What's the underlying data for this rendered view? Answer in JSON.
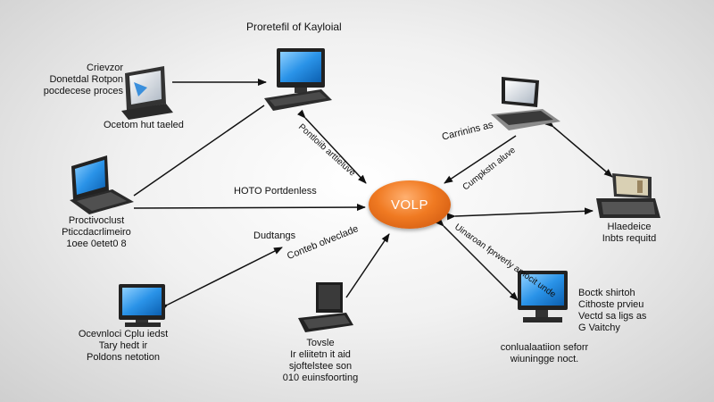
{
  "title": "Proretefil of Kayloial",
  "hub": {
    "label": "VOLP",
    "color": "#f07a22"
  },
  "link_labels": {
    "top": "Pontloiib arttieluve",
    "left": "HOTO Portdenless",
    "bottom_left": "Dudtangs",
    "bottom_left_2": "Conteb olveclade",
    "upper_right": "Cumpkstn aluve",
    "right": "Uinaroan fprwerly amocit unde"
  },
  "nodes": {
    "top_left": {
      "lines": [
        "Crievzor",
        "Donetdal Rotpon",
        "pocdecese proces"
      ],
      "caption": "Ocetom hut taeled"
    },
    "left": {
      "lines": [
        "Proctivoclust",
        "Pticcdacrlimeiro",
        "1oee 0etet0 8"
      ]
    },
    "bottom_left": {
      "lines": [
        "Ocevnloci Cplu iedst",
        "Tary hedt ir",
        "Poldons netotion"
      ]
    },
    "bottom": {
      "lines": [
        "Tovsle",
        "Ir eliitetn it aid",
        "sjoftelstee son",
        "010 euinsfoorting"
      ]
    },
    "upper_right": {
      "caption": "Carrinins as"
    },
    "right": {
      "lines": [
        "Hlaedeice",
        "Inbts requitd"
      ]
    },
    "bottom_right": {
      "lines": [
        "conlualaatiion seforr",
        "wiuningge noct."
      ],
      "side": [
        "Boctk shirtoh",
        "Cithoste prvieu",
        "Vectd sa ligs as",
        "G Vaitchy"
      ]
    }
  },
  "colors": {
    "screen": "#1f8be0",
    "device": "#2b2b2b",
    "arrow": "#111111"
  }
}
